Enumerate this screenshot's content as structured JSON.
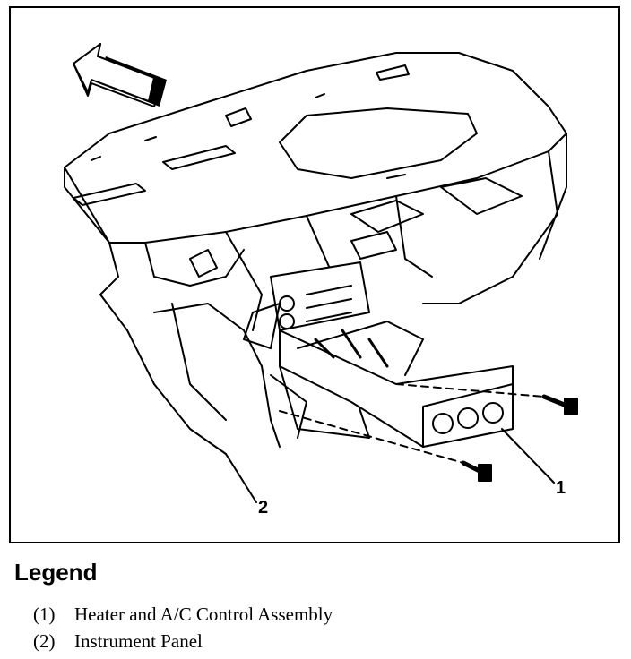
{
  "figure": {
    "callouts": [
      {
        "id": "1",
        "label": "1"
      },
      {
        "id": "2",
        "label": "2"
      }
    ],
    "icons": [
      "direction-arrow-icon",
      "bolt-icon"
    ]
  },
  "legend": {
    "title": "Legend",
    "items": [
      {
        "number": "(1)",
        "text": "Heater and A/C Control Assembly"
      },
      {
        "number": "(2)",
        "text": "Instrument Panel"
      }
    ]
  }
}
